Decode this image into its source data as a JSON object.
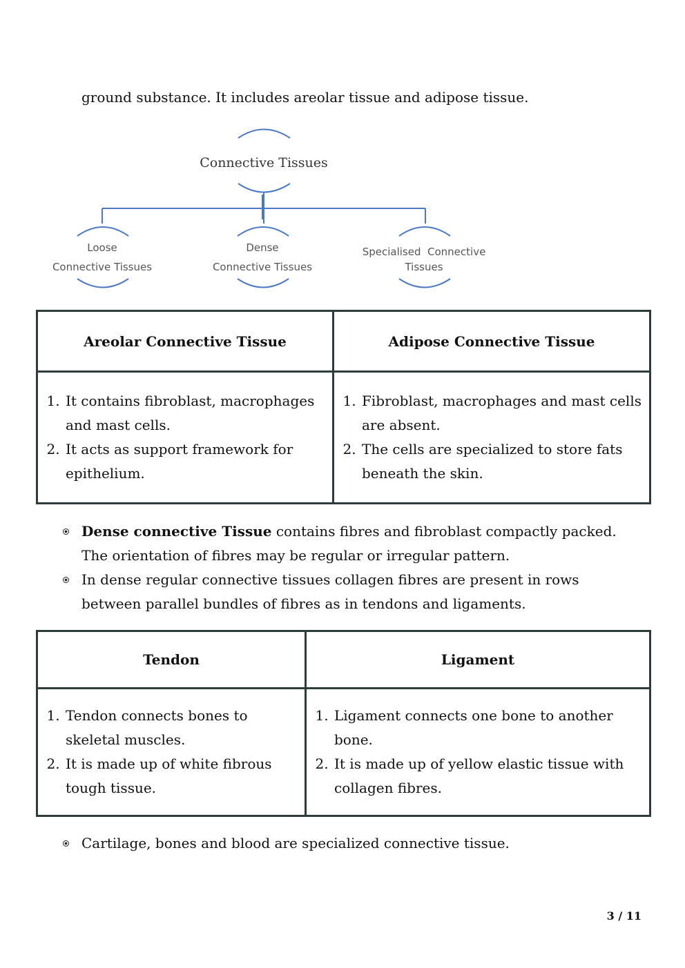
{
  "intro_text": "ground substance. It includes areolar tissue and adipose tissue.",
  "diagram": {
    "root": "Connective Tissues",
    "children": [
      {
        "line1": "Loose",
        "line2": "Connective Tissues"
      },
      {
        "line1": "Dense",
        "line2": "Connective Tissues"
      },
      {
        "line1": "Specialised  Connective",
        "line2": "Tissues"
      }
    ],
    "line_color": "#4a78c2"
  },
  "table1": {
    "headers": [
      "Areolar Connective Tissue",
      "Adipose Connective Tissue"
    ],
    "col1": [
      "It contains fibroblast, macrophages and mast cells.",
      "It acts as support framework for epithelium."
    ],
    "col2": [
      "Fibroblast, macrophages and mast cells are absent.",
      "The cells are specialized to store fats beneath the skin."
    ]
  },
  "bullets1": [
    {
      "bold": "Dense connective Tissue",
      "text": " contains fibres and fibroblast compactly packed. The orientation of fibres may be regular or irregular pattern."
    },
    {
      "bold": "",
      "text": "In dense regular connective tissues collagen fibres are present in rows between parallel bundles of fibres as in tendons and ligaments."
    }
  ],
  "table2": {
    "headers": [
      "Tendon",
      "Ligament"
    ],
    "col1": [
      "Tendon connects bones to skeletal muscles.",
      "It is made up of white fibrous tough tissue."
    ],
    "col2": [
      "Ligament connects one bone to another bone.",
      "It is made up of yellow elastic tissue with collagen fibres."
    ]
  },
  "bullets2": [
    {
      "bold": "",
      "text": "Cartilage, bones and blood are specialized connective tissue."
    }
  ],
  "page_number": "3 / 11"
}
